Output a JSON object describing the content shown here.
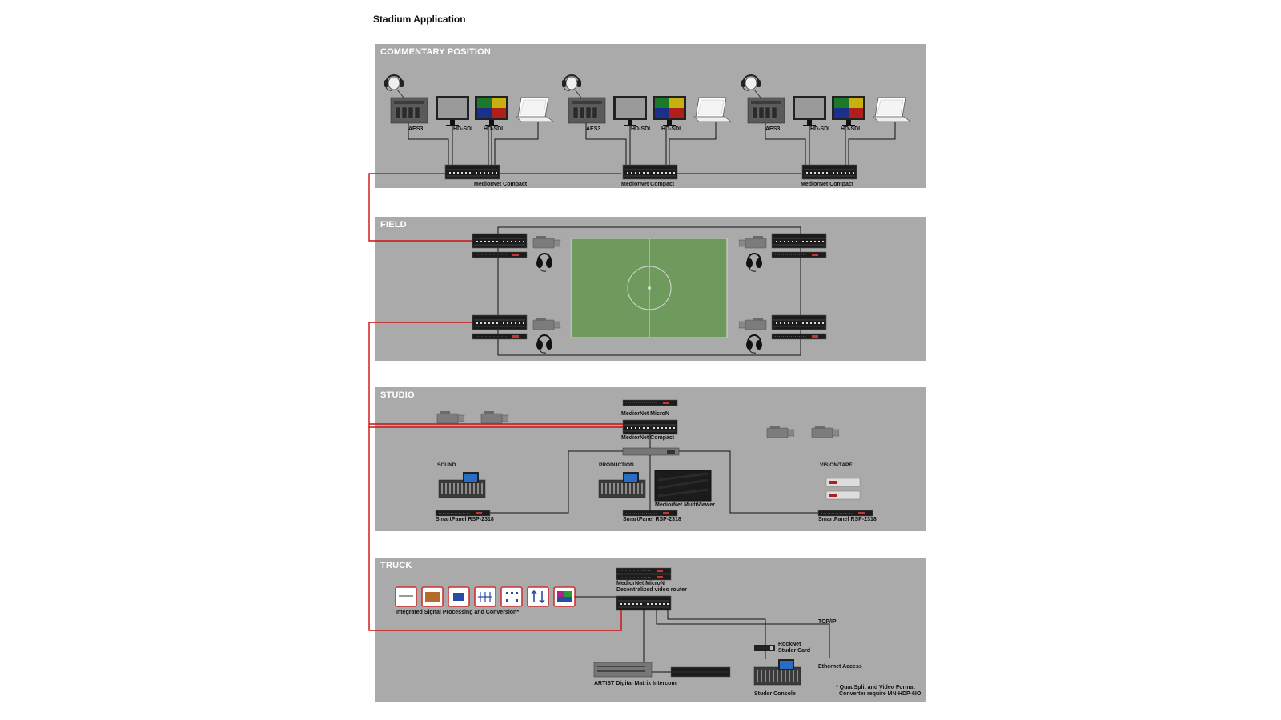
{
  "title": "Stadium Application",
  "sections": {
    "commentary": "COMMENTARY POSITION",
    "field": "FIELD",
    "studio": "STUDIO",
    "truck": "TRUCK"
  },
  "commentary": {
    "units": [
      {
        "aes": "AES3",
        "sdi1": "HD-SDI",
        "sdi2": "HD-SDI",
        "node": "MediorNet Compact"
      },
      {
        "aes": "AES3",
        "sdi1": "HD-SDI",
        "sdi2": "HD-SDI",
        "node": "MediorNet Compact"
      },
      {
        "aes": "AES3",
        "sdi1": "HD-SDI",
        "sdi2": "HD-SDI",
        "node": "MediorNet Compact"
      }
    ]
  },
  "studio": {
    "micron": "MediorNet MicroN",
    "compact": "MediorNet Compact",
    "sound": "SOUND",
    "production": "PRODUCTION",
    "vision": "VISION/TAPE",
    "multiviewer": "MediorNet MultiViewer",
    "panel1": "SmartPanel RSP-2318",
    "panel2": "SmartPanel RSP-2318",
    "panel3": "SmartPanel RSP-2318"
  },
  "truck": {
    "router_line1": "MediorNet MicroN",
    "router_line2": "Decentralized video router",
    "signal": "Integrated Signal Processing and Conversion*",
    "tcpip": "TCP/IP",
    "ethernet": "Ethernet Access",
    "rocknet_line1": "RockNet",
    "rocknet_line2": "Studer Card",
    "intercom": "ARTIST Digital Matrix Intercom",
    "studer": "Studer Console",
    "footnote_line1": "* QuadSplit and Video Format",
    "footnote_line2": "Converter require MN-HDP-6IO"
  },
  "colors": {
    "panel": "#aaaaaa",
    "fiber": "#cc1111",
    "field": "#6f9a5e",
    "wire": "#111111"
  }
}
